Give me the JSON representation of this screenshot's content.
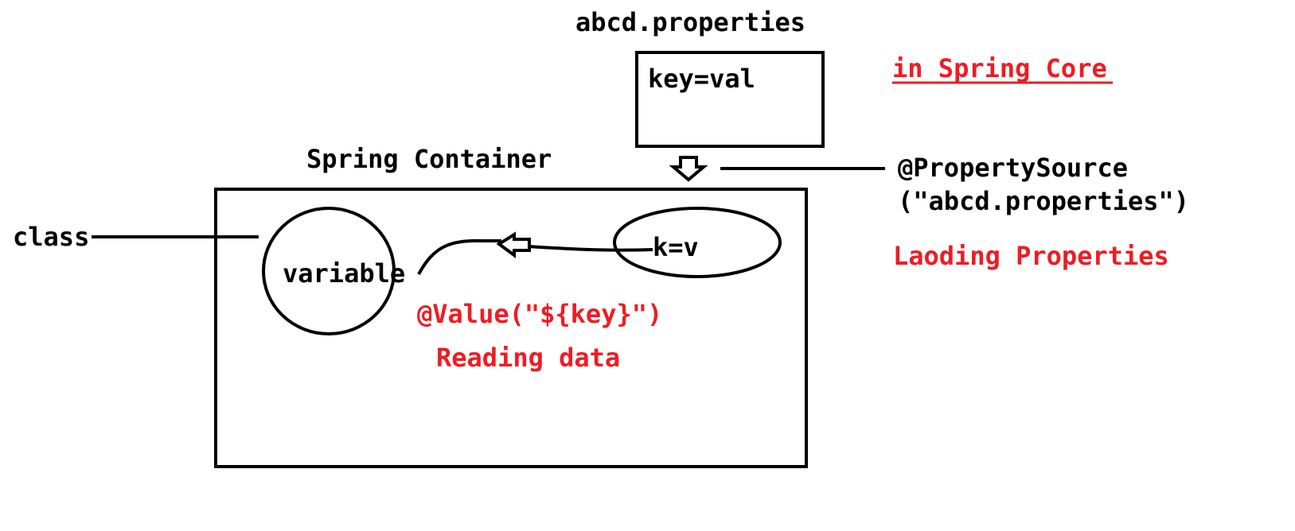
{
  "properties_file": {
    "title": "abcd.properties",
    "content": "key=val"
  },
  "context_note": "in Spring Core",
  "container": {
    "title": "Spring Container"
  },
  "class_label": "class",
  "variable_label": "variable",
  "entry_label": "k=v",
  "property_source": {
    "line1": "@PropertySource",
    "line2": "(\"abcd.properties\")"
  },
  "loading_label": "Laoding Properties",
  "value_annotation": "@Value(\"${key}\")",
  "reading_label": "Reading data",
  "colors": {
    "ink": "#000000",
    "highlight": "#ee1c24"
  }
}
